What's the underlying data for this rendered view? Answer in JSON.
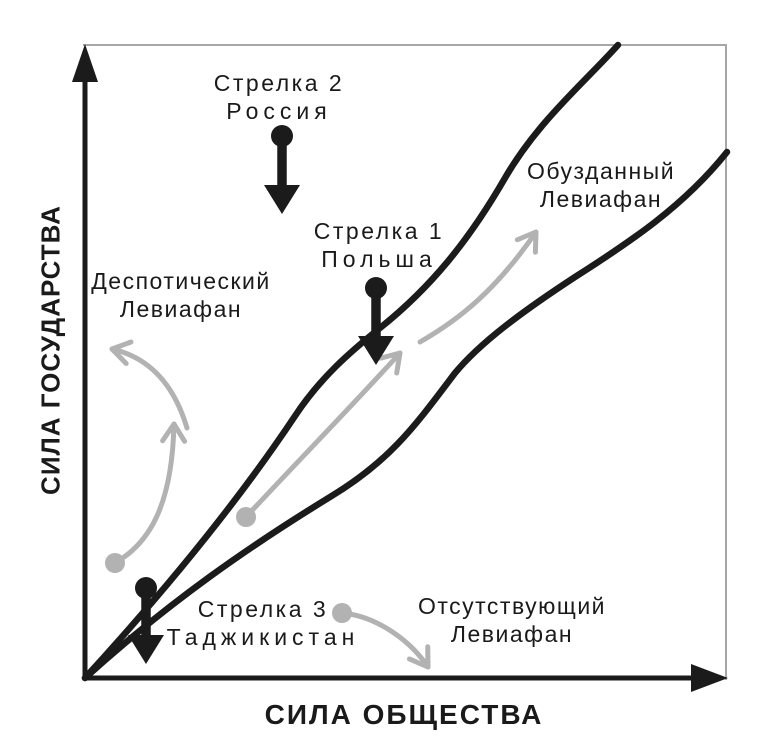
{
  "figure": {
    "axes": {
      "y_label": "СИЛА ГОСУДАРСТВА",
      "x_label": "СИЛА ОБЩЕСТВА"
    },
    "annotations": {
      "arrow2": {
        "title": "Стрелка 2",
        "country": "Россия"
      },
      "arrow1": {
        "title": "Стрелка 1",
        "country": "Польша"
      },
      "arrow3": {
        "title": "Стрелка 3",
        "country": "Таджикистан"
      },
      "despotic": {
        "line1": "Деспотический",
        "line2": "Левиафан"
      },
      "shackled": {
        "line1": "Обузданный",
        "line2": "Левиафан"
      },
      "absent": {
        "line1": "Отсутствующий",
        "line2": "Левиафан"
      }
    },
    "colors": {
      "ink": "#1b1b1b",
      "gray": "#b2b2b2",
      "border": "#a6a6a6",
      "background": "#ffffff"
    }
  }
}
